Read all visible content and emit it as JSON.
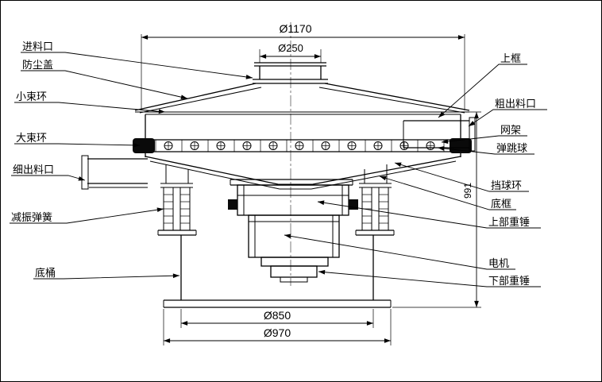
{
  "diagram": {
    "dims": {
      "top": "Ø1170",
      "inlet": "Ø250",
      "barrel": "Ø850",
      "flange": "Ø970",
      "height": "991"
    },
    "labels_left": [
      {
        "id": "inlet",
        "text": "进料口"
      },
      {
        "id": "dust-cover",
        "text": "防尘盖"
      },
      {
        "id": "small-clamp-ring",
        "text": "小束环"
      },
      {
        "id": "large-clamp-ring",
        "text": "大束环"
      },
      {
        "id": "fine-outlet",
        "text": "细出料口"
      },
      {
        "id": "damping-spring",
        "text": "减振弹簧"
      },
      {
        "id": "base-barrel",
        "text": "底桶"
      }
    ],
    "labels_right": [
      {
        "id": "upper-frame",
        "text": "上框"
      },
      {
        "id": "coarse-outlet",
        "text": "粗出料口"
      },
      {
        "id": "mesh-frame",
        "text": "网架"
      },
      {
        "id": "bouncing-ball",
        "text": "弹跳球"
      },
      {
        "id": "ball-stop-ring",
        "text": "挡球环"
      },
      {
        "id": "bottom-frame",
        "text": "底框"
      },
      {
        "id": "upper-weight",
        "text": "上部重锤"
      },
      {
        "id": "motor",
        "text": "电机"
      },
      {
        "id": "lower-weight",
        "text": "下部重锤"
      }
    ]
  }
}
